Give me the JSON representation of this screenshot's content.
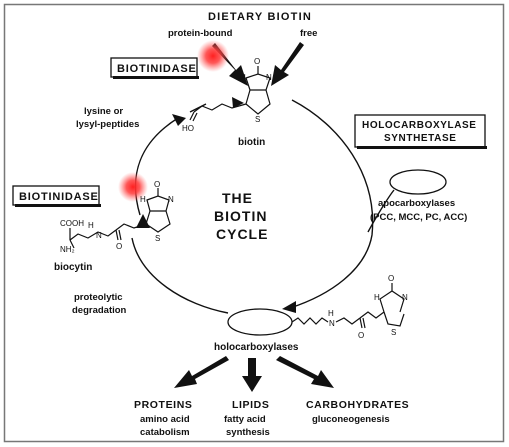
{
  "diagram": {
    "title_lines": [
      "THE",
      "BIOTIN",
      "CYCLE"
    ],
    "dietary_biotin": "DIETARY BIOTIN",
    "protein_bound": "protein-bound",
    "free": "free",
    "biotinidase_top": "BIOTINIDASE",
    "biotinidase_left": "BIOTINIDASE",
    "biotin": "biotin",
    "lysine_line1": "lysine or",
    "lysine_line2": "lysyl-peptides",
    "hcs_line1": "HOLOCARBOXYLASE",
    "hcs_line2": "SYNTHETASE",
    "apocarboxylases": "apocarboxylases",
    "apocarboxylase_list": "(PCC, MCC, PC, ACC)",
    "biocytin": "biocytin",
    "proteolytic_line1": "proteolytic",
    "proteolytic_line2": "degradation",
    "holocarboxylases": "holocarboxylases",
    "proteins": "PROTEINS",
    "proteins_sub1": "amino acid",
    "proteins_sub2": "catabolism",
    "lipids": "LIPIDS",
    "lipids_sub1": "fatty acid",
    "lipids_sub2": "synthesis",
    "carbohydrates": "CARBOHYDRATES",
    "carbohydrates_sub": "gluconeogenesis",
    "chem_H": "H",
    "chem_N": "N",
    "chem_O": "O",
    "chem_S": "S",
    "chem_HO": "HO",
    "chem_COOH": "COOH",
    "chem_NH2": "NH₂",
    "chem_H_amide": "H"
  },
  "colors": {
    "ink": "#111111",
    "highlight": "#ff2a2a"
  }
}
